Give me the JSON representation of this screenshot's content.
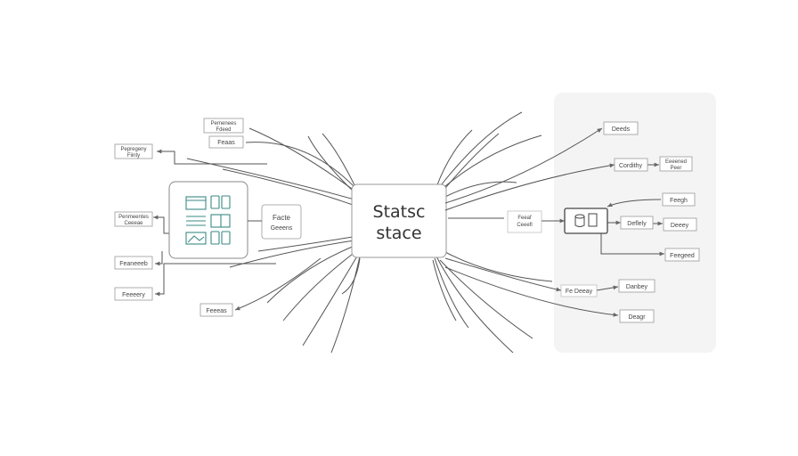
{
  "center": {
    "line1": "Statsc",
    "line2": "stace"
  },
  "left_panel": {
    "title_line1": "Facte",
    "title_line2": "Geeens",
    "icons": [
      "window-icon",
      "phone-icon",
      "list-icon",
      "tablet-icon",
      "image-icon",
      "device-icon"
    ]
  },
  "left_labels": [
    {
      "line1": "Pemenees",
      "line2": "Fdeed"
    },
    {
      "line1": "Feaas",
      "line2": ""
    },
    {
      "line1": "Pepregeny",
      "line2": "Fiinty"
    },
    {
      "line1": "Penmeentes",
      "line2": "Ceeeae"
    },
    {
      "line1": "Feaneeeb",
      "line2": ""
    },
    {
      "line1": "Feeeery",
      "line2": ""
    },
    {
      "line1": "Feeeas",
      "line2": ""
    }
  ],
  "right_labels": {
    "top": "Deeds",
    "chain_a": "Cordithy",
    "chain_b_line1": "Eeeened",
    "chain_b_line2": "Peer",
    "mid_left_line1": "Feeaf",
    "mid_left_line2": "Ceeefl",
    "device_icon": "database-icon",
    "right_a": "Feegh",
    "right_b": "Deflely",
    "right_c": "Deeey",
    "right_d": "Feegeed",
    "bottom_a": "Fe Deeay",
    "bottom_b": "Danbey",
    "bottom_c": "Deagr"
  }
}
